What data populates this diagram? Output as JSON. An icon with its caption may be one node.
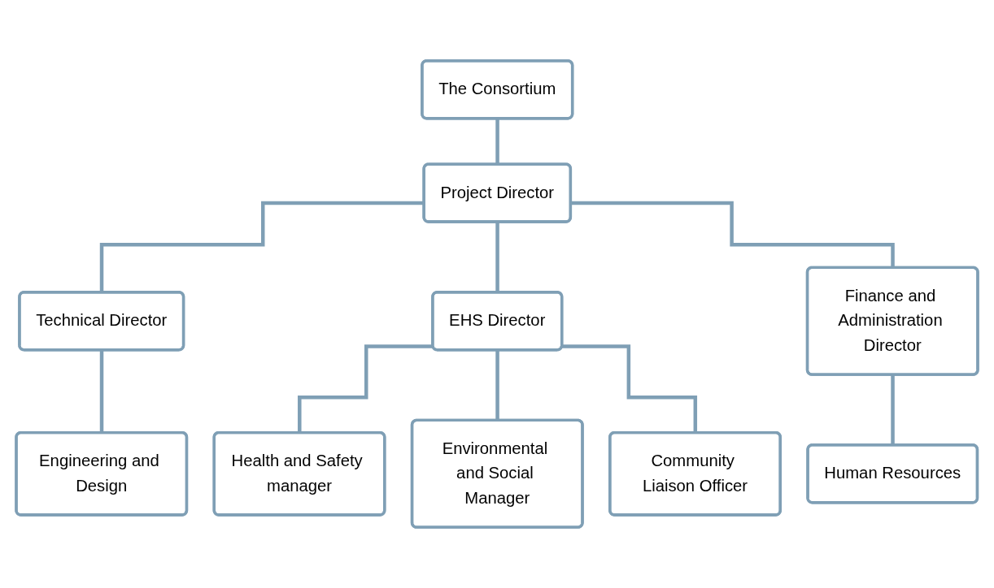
{
  "diagram": {
    "nodes": [
      {
        "text": [
          "The Consortium"
        ]
      },
      {
        "text": [
          "Project Director"
        ]
      },
      {
        "text": [
          "Technical Director"
        ]
      },
      {
        "text": [
          "EHS Director"
        ]
      },
      {
        "text": [
          "Finance and Administration Director"
        ]
      },
      {
        "text": [
          "Engineering and Design"
        ]
      },
      {
        "text": [
          "Health and Safety manager"
        ]
      },
      {
        "text": [
          "Environmental and Social Manager"
        ]
      },
      {
        "text": [
          "Community Liaison Officer"
        ]
      },
      {
        "text": [
          "Human Resources"
        ]
      }
    ],
    "edges": [
      {
        "from": 0,
        "to": 1,
        "arrow": "none"
      },
      {
        "from": 1,
        "to": 2,
        "arrow": "none"
      },
      {
        "from": 1,
        "to": 3,
        "arrow": "none"
      },
      {
        "from": 1,
        "to": 4,
        "arrow": "none"
      },
      {
        "from": 2,
        "to": 5,
        "arrow": "none"
      },
      {
        "from": 3,
        "to": 6,
        "arrow": "none"
      },
      {
        "from": 3,
        "to": 7,
        "arrow": "none"
      },
      {
        "from": 3,
        "to": 8,
        "arrow": "none"
      },
      {
        "from": 4,
        "to": 9,
        "arrow": "none"
      }
    ]
  }
}
